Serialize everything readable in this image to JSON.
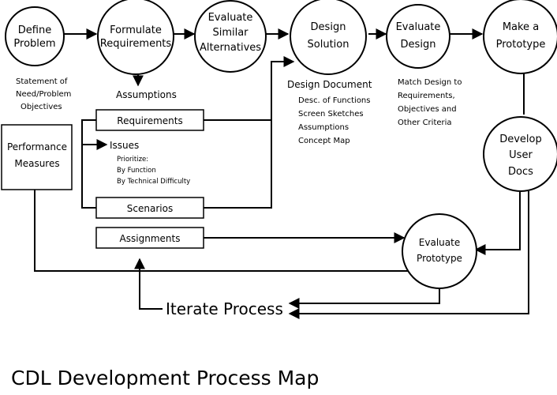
{
  "nodes": {
    "define_problem": [
      "Define",
      "Problem"
    ],
    "formulate_requirements": [
      "Formulate",
      "Requirements"
    ],
    "evaluate_similar": [
      "Evaluate",
      "Similar",
      "Alternatives"
    ],
    "design_solution": [
      "Design",
      "Solution"
    ],
    "evaluate_design": [
      "Evaluate",
      "Design"
    ],
    "make_prototype": [
      "Make a",
      "Prototype"
    ],
    "develop_docs": [
      "Develop",
      "User",
      "Docs"
    ],
    "evaluate_prototype": [
      "Evaluate",
      "Prototype"
    ]
  },
  "boxes": {
    "performance": [
      "Performance",
      "Measures"
    ],
    "requirements": "Requirements",
    "scenarios": "Scenarios",
    "assignments": "Assignments"
  },
  "notes": {
    "statement": [
      "Statement of",
      "Need/Problem",
      "Objectives"
    ],
    "assumptions": "Assumptions",
    "issues": "Issues",
    "issues_detail": [
      "Prioritize:",
      "By Function",
      "By Technical Difficulty"
    ],
    "design_doc_title": "Design Document",
    "design_doc_items": [
      "Desc. of Functions",
      "Screen Sketches",
      "Assumptions",
      "Concept Map"
    ],
    "match_design": [
      "Match Design to",
      "Requirements,",
      "Objectives and",
      "Other Criteria"
    ]
  },
  "iterate": "Iterate Process",
  "title": "CDL Development Process Map"
}
